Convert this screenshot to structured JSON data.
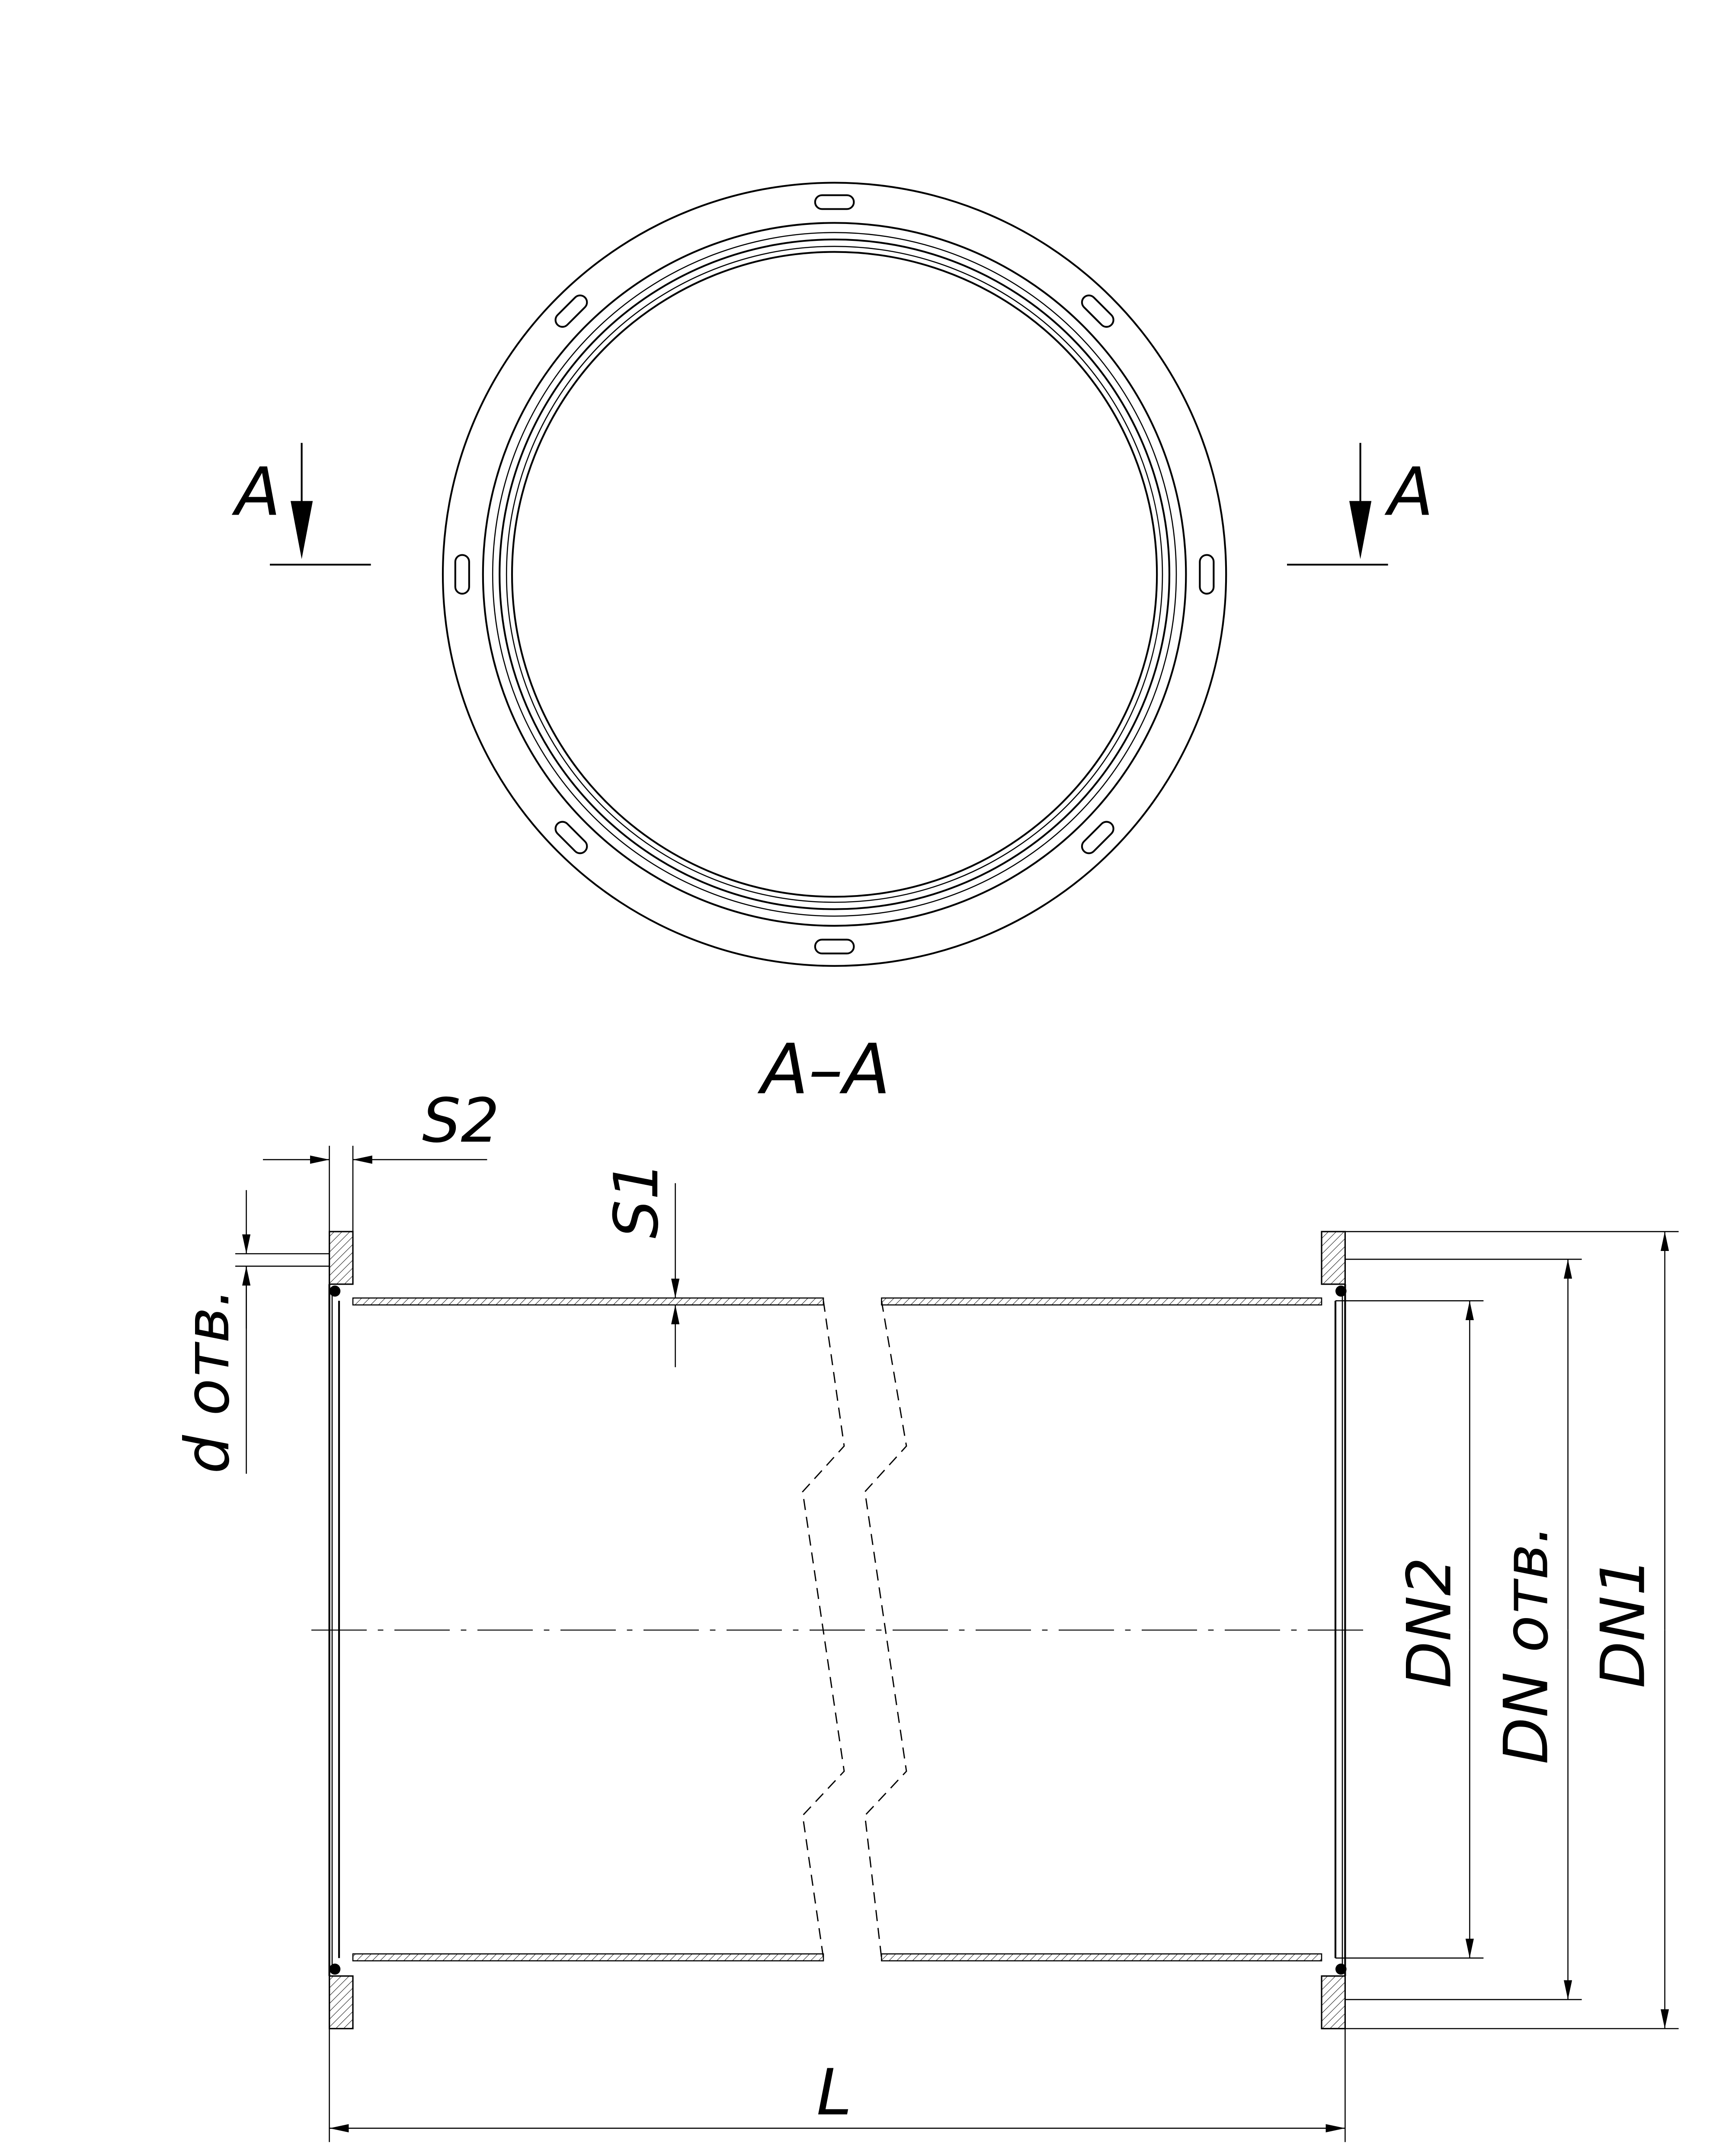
{
  "top_view": {
    "section_mark_left": "A",
    "section_mark_right": "A"
  },
  "section_view": {
    "title": "A–A",
    "dimensions": {
      "s2": "S2",
      "s1": "S1",
      "d_hole": "d отв.",
      "dn2": "DN2",
      "dn_hole": "DN отв.",
      "dn1": "DN1",
      "length": "L"
    }
  },
  "colors": {
    "line": "#000000",
    "background": "#ffffff"
  }
}
